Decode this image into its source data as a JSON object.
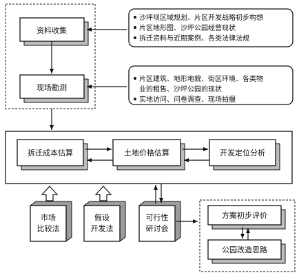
{
  "nodes": {
    "data_collection": "资料收集",
    "site_survey": "现场勘测",
    "demolition_cost": "拆迁成本估算",
    "land_price": "土地价格估算",
    "positioning": "开发定位分析",
    "market_compare": [
      "市场",
      "比较法"
    ],
    "hypothetical_dev": [
      "假设",
      "开发法"
    ],
    "feasibility_seminar": [
      "可行性",
      "研讨会"
    ],
    "plan_eval": "方案初步评价",
    "park_renovation": "公园改造思路"
  },
  "notes": {
    "collection_items": [
      "沙坪坝区域规划、片区开发战略初步构想",
      "片区地形图、沙坪公园经营现状",
      "拆迁资料与近期案例、各类法律法规"
    ],
    "survey_items": [
      "片区建筑、地形地貌、街区环境、各类物",
      "业的租售、沙坪公园的现状",
      "实地访问、问卷调查、现场拍摄"
    ]
  }
}
